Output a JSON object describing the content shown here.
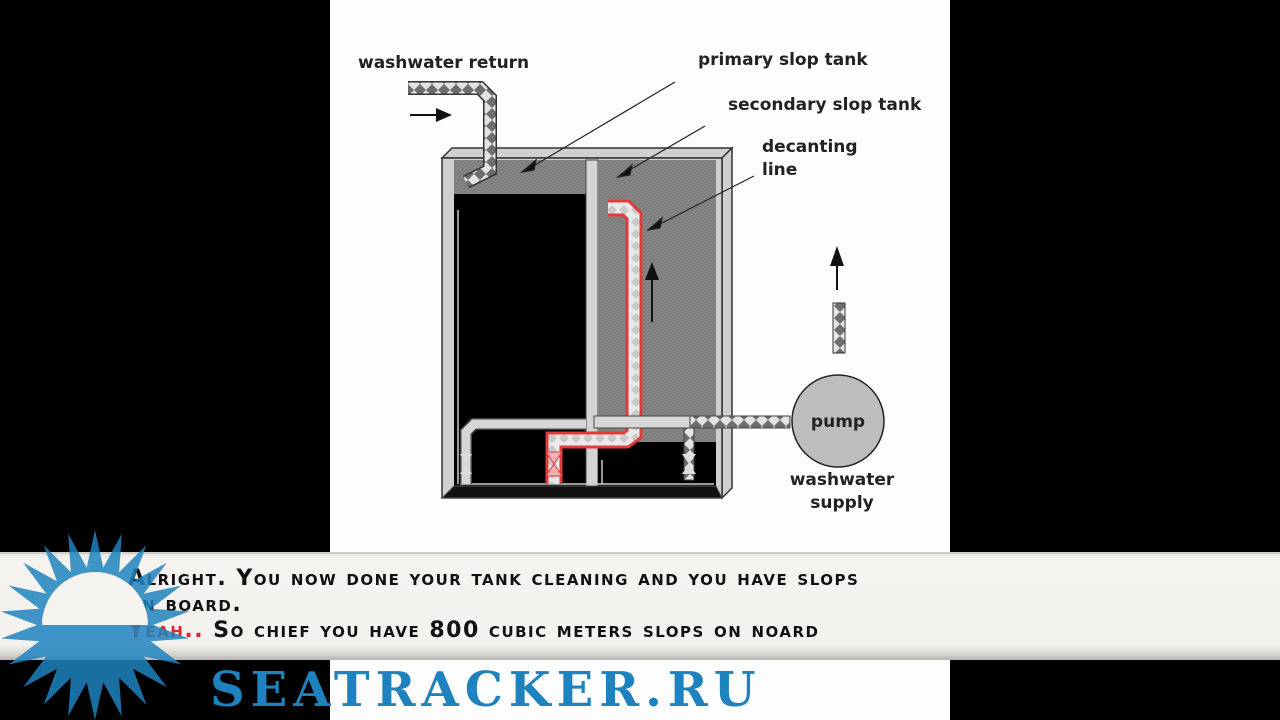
{
  "diagram": {
    "labels": {
      "washwater_return": "washwater return",
      "primary_slop_tank": "primary slop tank",
      "secondary_slop_tank": "secondary slop tank",
      "decanting_line_1": "decanting",
      "decanting_line_2": "line",
      "pump": "pump",
      "washwater_supply_1": "washwater",
      "washwater_supply_2": "supply"
    },
    "colors": {
      "tank_fill": "#7d7d7d",
      "liquid": "#000000",
      "pipe": "#cfcfcf",
      "decant_pipe": "#e23a3a",
      "pump": "#bdbdbd"
    }
  },
  "subtitles": {
    "line1": "Alright. You now done your tank cleaning and you have slops",
    "line2": "on board.",
    "line3_speaker": "Yeah..",
    "line3_text": " So chief you have 800 cubic meters slops on noard"
  },
  "watermark": {
    "text": "SEATRACKER.RU",
    "icon": "sun-icon",
    "color": "#1e82be"
  }
}
